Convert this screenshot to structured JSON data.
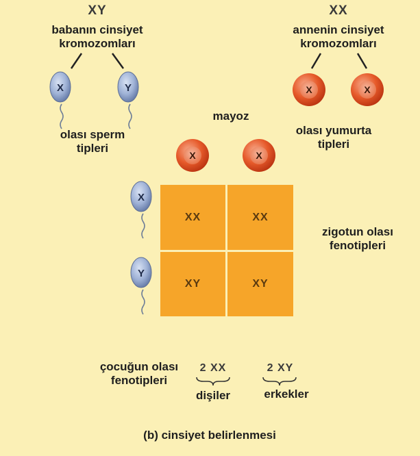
{
  "father": {
    "genotype": "XY",
    "label_line1": "babanın cinsiyet",
    "label_line2": "kromozomları"
  },
  "mother": {
    "genotype": "XX",
    "label_line1": "annenin cinsiyet",
    "label_line2": "kromozomları"
  },
  "sperm_types": {
    "line1": "olası sperm",
    "line2": "tipleri",
    "chromosomes": [
      "X",
      "Y"
    ]
  },
  "egg_types": {
    "line1": "olası yumurta",
    "line2": "tipleri",
    "chromosomes": [
      "X",
      "X"
    ]
  },
  "meiosis_label": "mayoz",
  "grid": {
    "column_eggs": [
      "X",
      "X"
    ],
    "row_sperm": [
      "X",
      "Y"
    ],
    "cells": [
      [
        "XX",
        "XX"
      ],
      [
        "XY",
        "XY"
      ]
    ]
  },
  "zygote": {
    "line1": "zigotun olası",
    "line2": "fenotipleri"
  },
  "offspring": {
    "line1": "çocuğun olası",
    "line2": "fenotipleri",
    "female_count": "2 XX",
    "female_label": "dişiler",
    "male_count": "2 XY",
    "male_label": "erkekler"
  },
  "caption": "(b) cinsiyet belirlenmesi",
  "colors": {
    "background": "#fbf0b6",
    "cell": "#f6a529",
    "sperm": "#8ea3c9",
    "egg": "#e0461e"
  }
}
